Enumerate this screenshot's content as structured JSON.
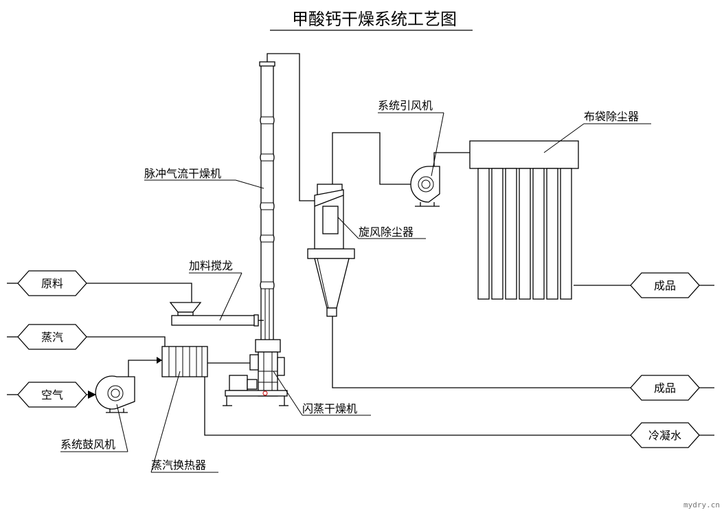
{
  "title": "甲酸钙干燥系统工艺图",
  "labels": {
    "pulse_dryer": "脉冲气流干燥机",
    "feeder": "加料搅龙",
    "cyclone": "旋风除尘器",
    "induced_fan": "系统引风机",
    "bag_filter": "布袋除尘器",
    "flash_dryer": "闪蒸干燥机",
    "blower": "系统鼓风机",
    "heat_exchanger": "蒸汽换热器"
  },
  "streams": {
    "raw_material": "原料",
    "steam": "蒸汽",
    "air": "空气",
    "product_top": "成品",
    "product_bottom": "成品",
    "condensate": "冷凝水"
  },
  "watermark": "mydry.cn"
}
